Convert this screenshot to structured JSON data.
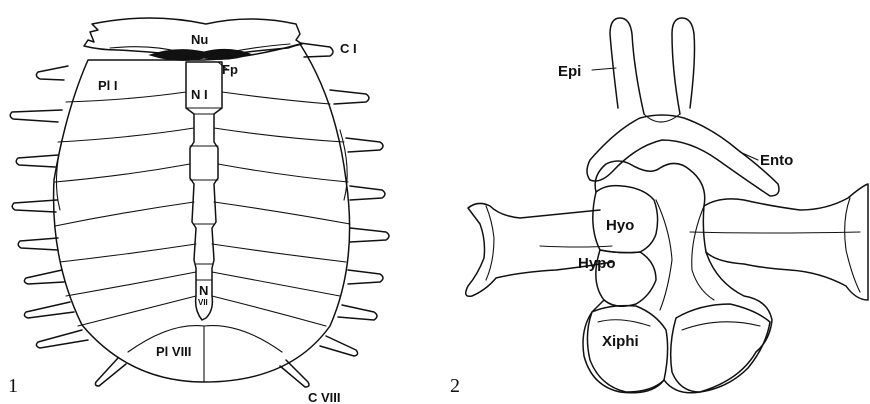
{
  "figure": {
    "panel1": {
      "number": "1",
      "labels": {
        "nuchal": "Nu",
        "fontanelle": "Fp",
        "costal_first": "C I",
        "peripheral_first": "Pl I",
        "neural_first": "N I",
        "neural_seventh": "N",
        "neural_seventh_sub": "VII",
        "peripheral_eighth": "Pl VIII",
        "costal_eighth": "C VIII"
      }
    },
    "panel2": {
      "number": "2",
      "labels": {
        "epiplastron": "Epi",
        "entoplastron": "Ento",
        "hyoplastron": "Hyo",
        "hypoplastron": "Hypo",
        "xiphiplastron": "Xiphi"
      }
    }
  }
}
